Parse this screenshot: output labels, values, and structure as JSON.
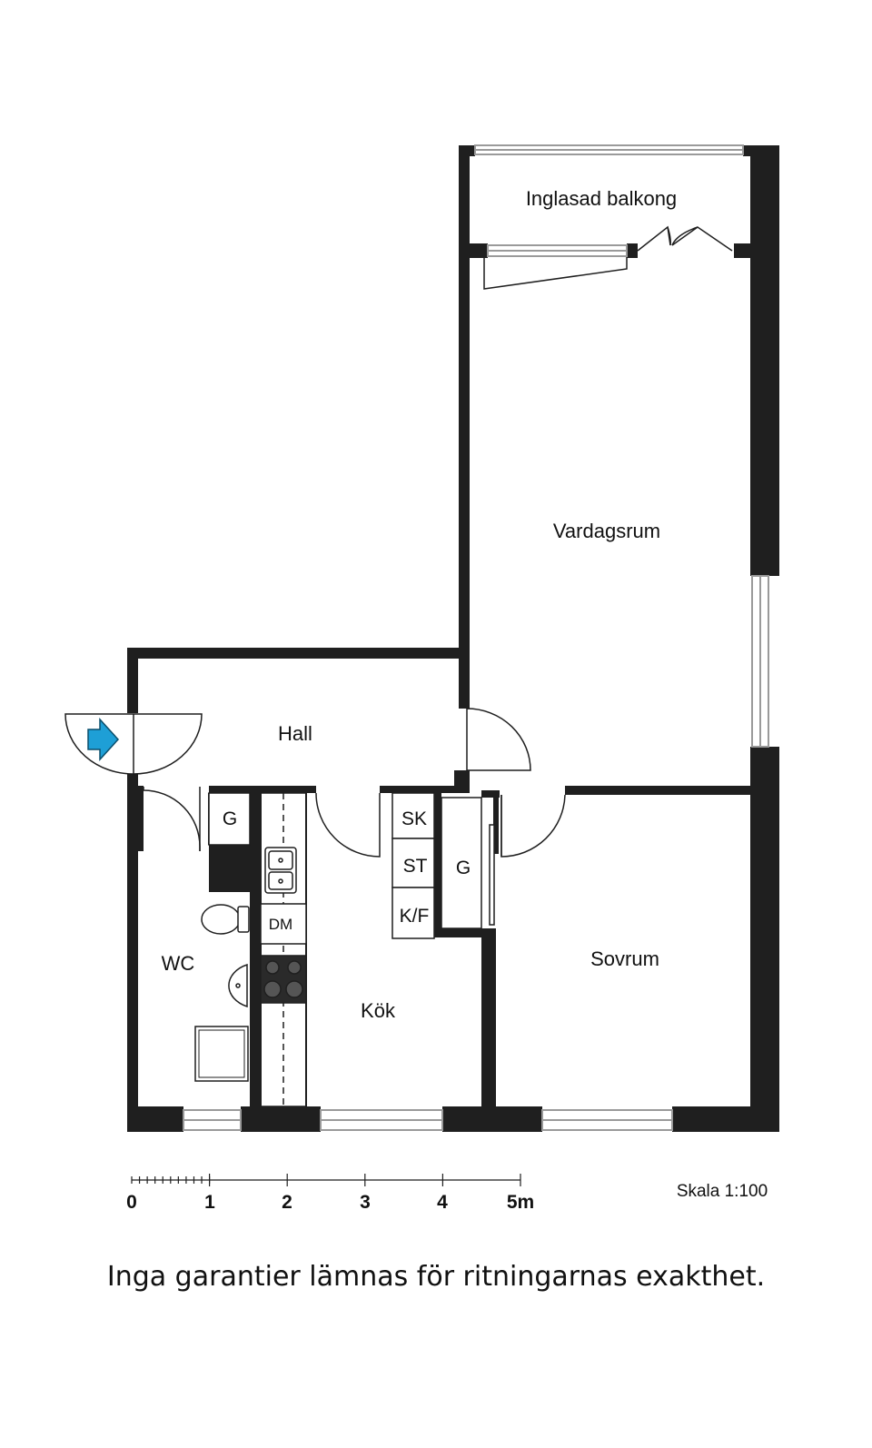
{
  "rooms": {
    "balcony": "Inglasad balkong",
    "living": "Vardagsrum",
    "hall": "Hall",
    "wc": "WC",
    "kitchen": "Kök",
    "bedroom": "Sovrum"
  },
  "fixtures": {
    "wardrobe_hall": "G",
    "wardrobe_kitchen": "G",
    "dishwasher": "DM",
    "cabinet_sk": "SK",
    "cabinet_st": "ST",
    "fridge_freezer": "K/F"
  },
  "scale": {
    "ticks": [
      "0",
      "1",
      "2",
      "3",
      "4",
      "5m"
    ],
    "label": "Skala 1:100"
  },
  "disclaimer": "Inga garantier lämnas för ritningarnas exakthet.",
  "colors": {
    "wall": "#1f1f1f",
    "entrance_arrow": "#1e9fd6",
    "window": "#9a9a9a"
  }
}
